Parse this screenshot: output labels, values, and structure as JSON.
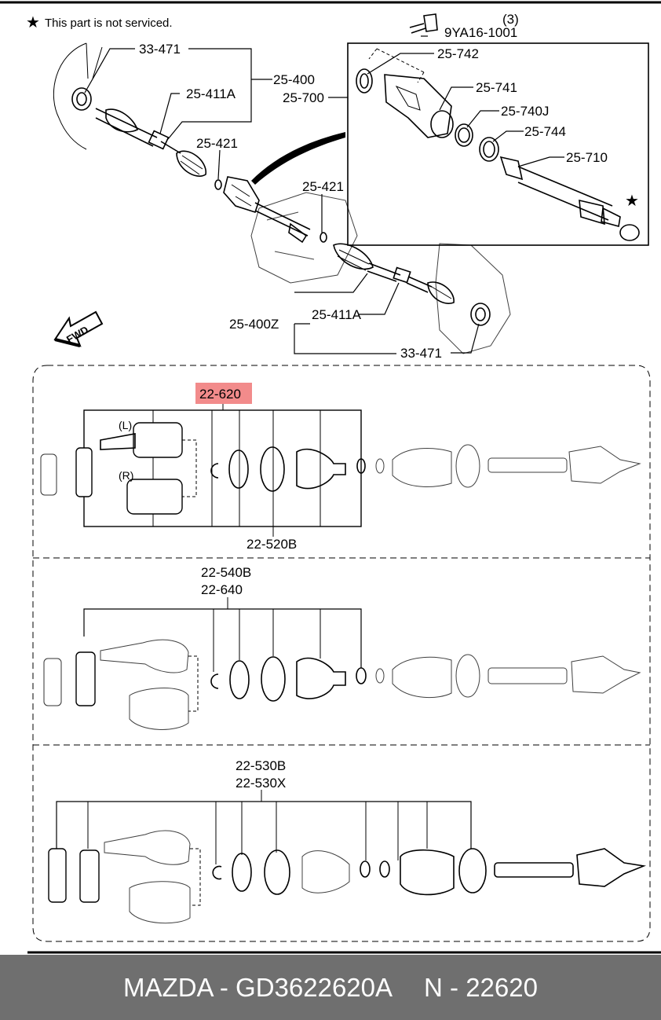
{
  "note": "This part is not serviced.",
  "footer": {
    "left": "MAZDA - GD3622620A",
    "right": "N - 22620"
  },
  "highlight_color": "#f28b8b",
  "labels": {
    "l_9ya16": "9YA16-1001",
    "l_qty3": "(3)",
    "l_33471_top": "33-471",
    "l_25400": "25-400",
    "l_25411a_top": "25-411A",
    "l_25700": "25-700",
    "l_25742": "25-742",
    "l_25741": "25-741",
    "l_25740j": "25-740J",
    "l_25744": "25-744",
    "l_25710": "25-710",
    "l_25421_a": "25-421",
    "l_25421_b": "25-421",
    "l_25411a_bot": "25-411A",
    "l_25400z": "25-400Z",
    "l_33471_bot": "33-471",
    "l_fwd": "FWD",
    "l_22620": "22-620",
    "l_L": "(L)",
    "l_R": "(R)",
    "l_22520b": "22-520B",
    "l_22540b": "22-540B",
    "l_22640": "22-640",
    "l_22530b": "22-530B",
    "l_22530x": "22-530X"
  }
}
